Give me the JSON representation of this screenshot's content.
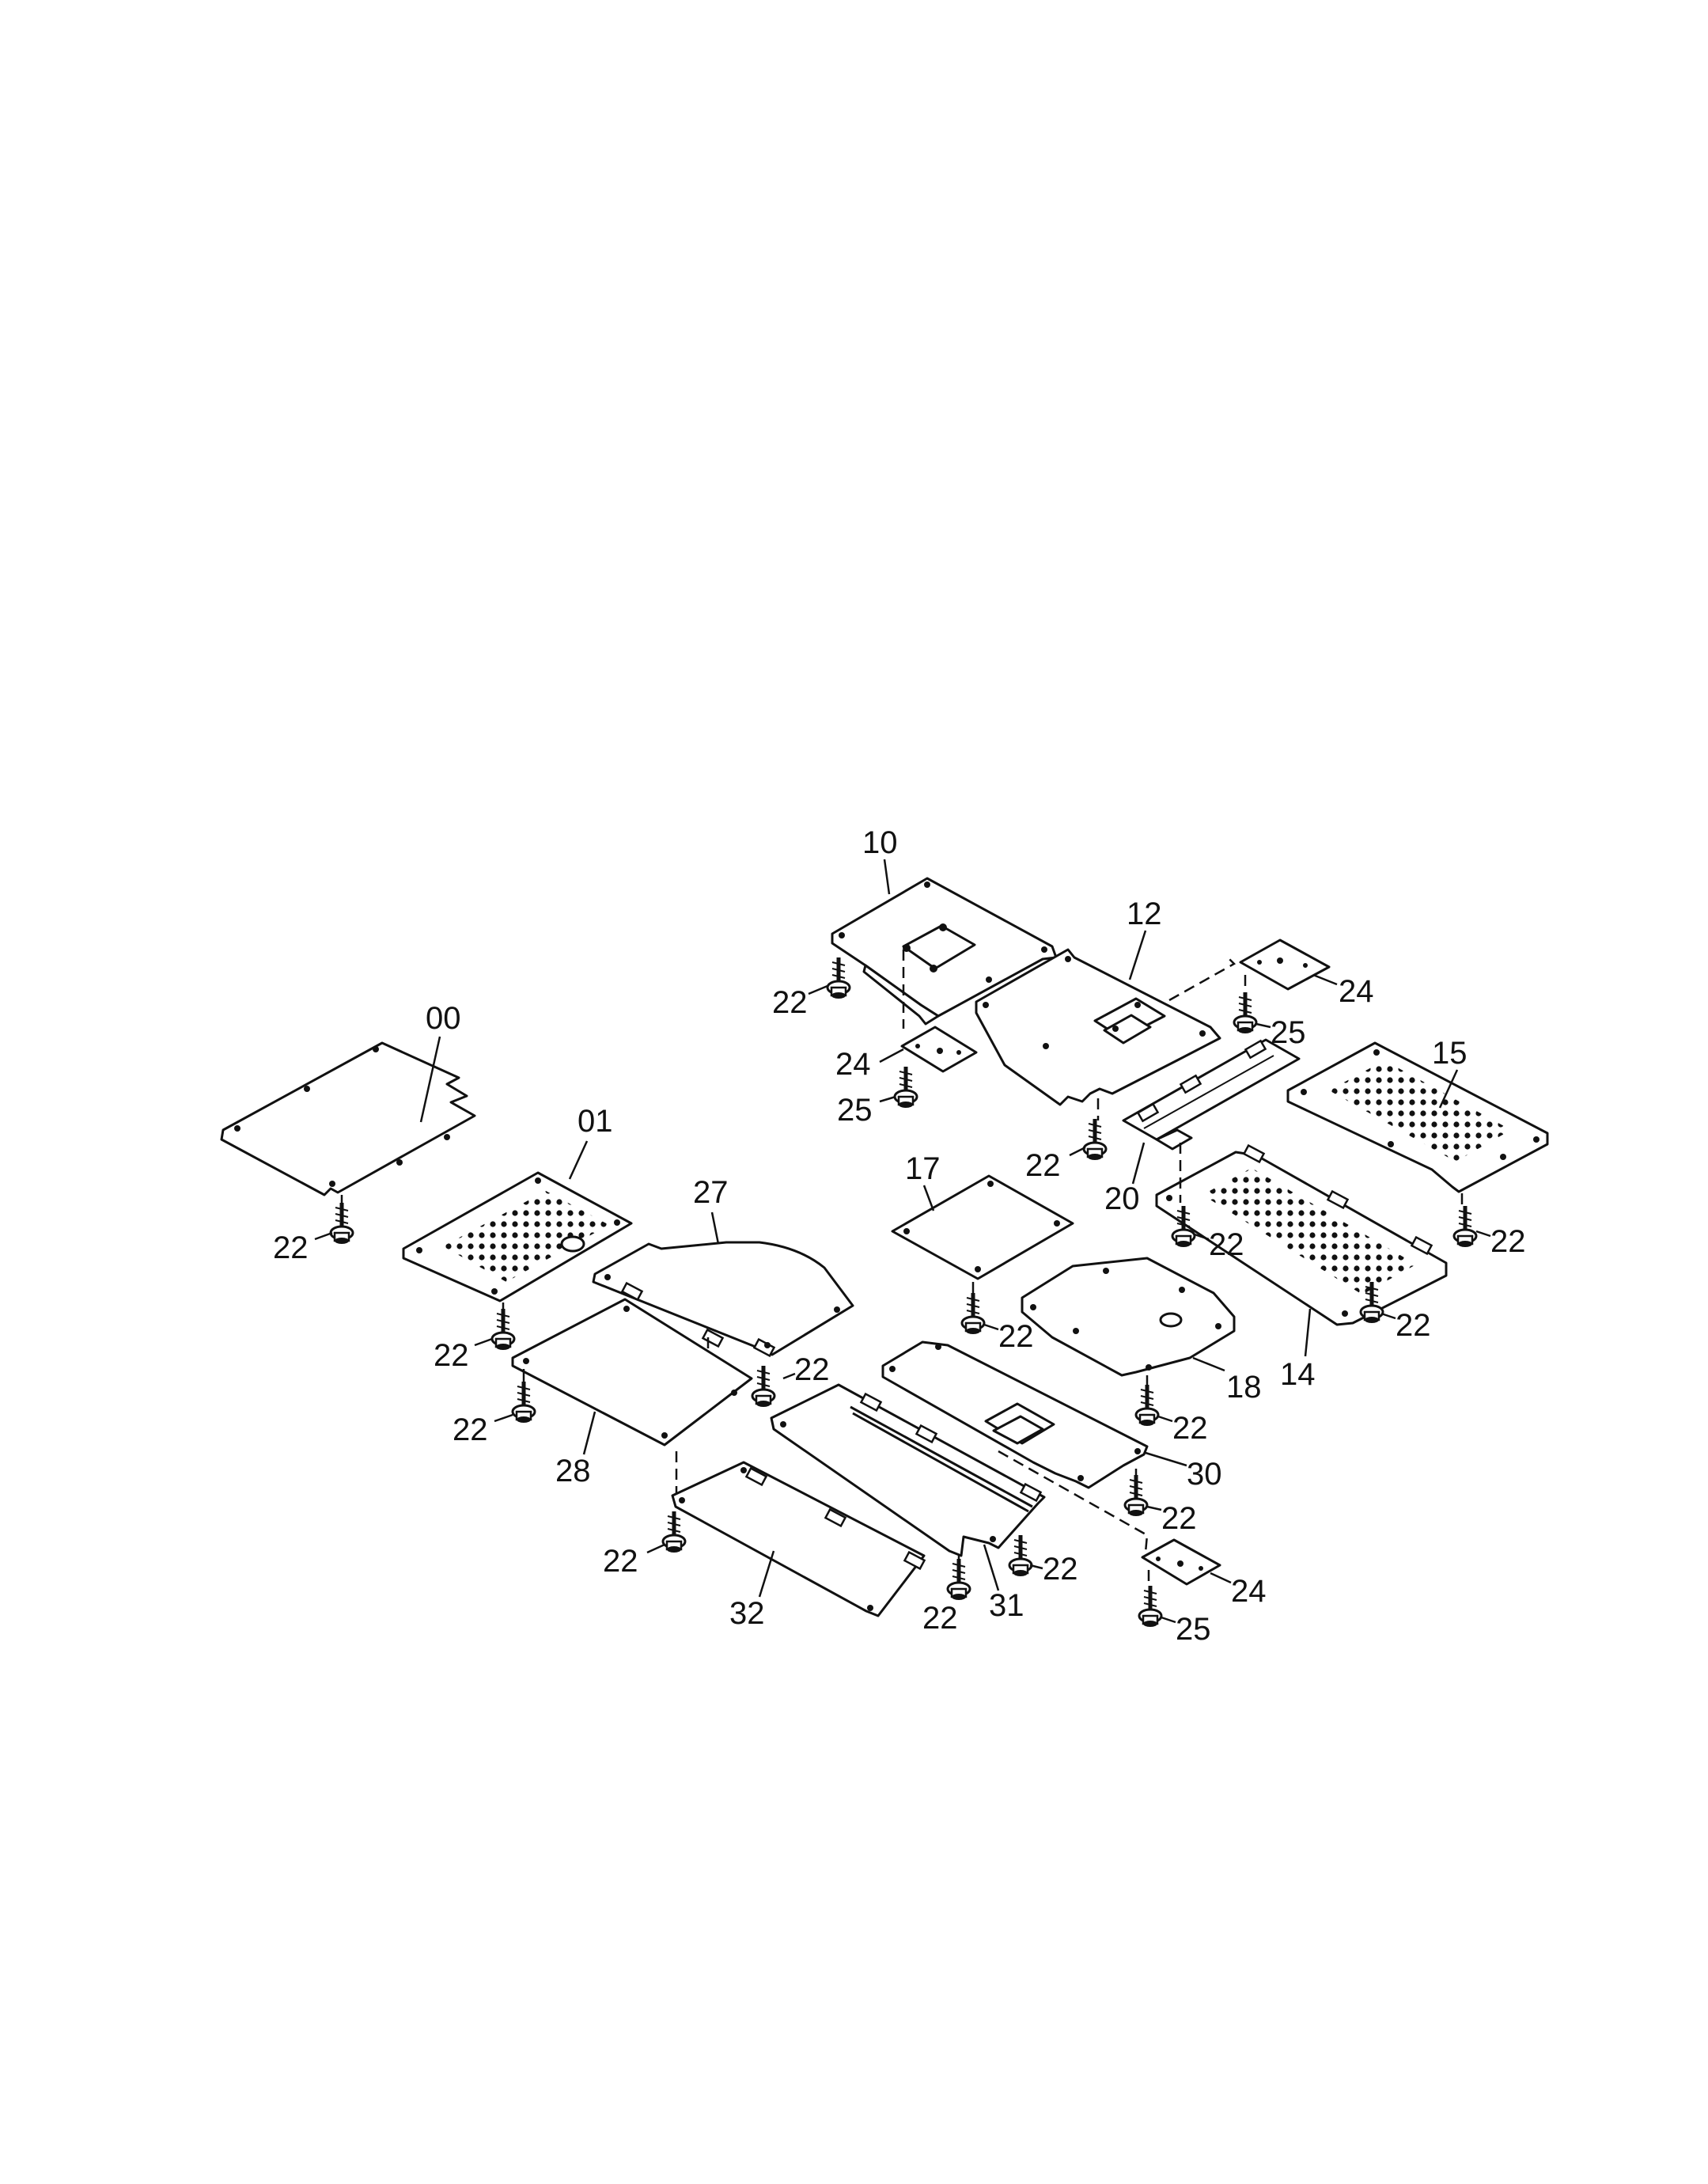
{
  "callouts": {
    "c00": "00",
    "c01": "01",
    "c10": "10",
    "c12": "12",
    "c14": "14",
    "c15": "15",
    "c17": "17",
    "c18": "18",
    "c20": "20",
    "c24": "24",
    "c25": "25",
    "c22": "22",
    "c27": "27",
    "c28": "28",
    "c30": "30",
    "c31": "31",
    "c32": "32"
  }
}
